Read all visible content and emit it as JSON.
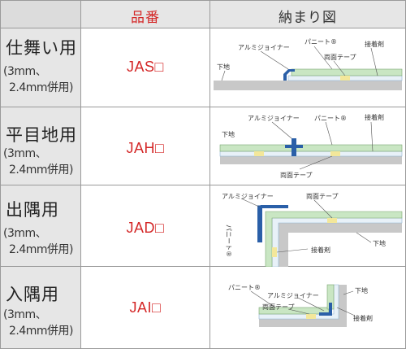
{
  "header": {
    "use_label": "",
    "code_label": "品番",
    "diagram_label": "納まり図"
  },
  "rows": [
    {
      "use_title": "仕舞い用",
      "use_sub1": "(3mm、",
      "use_sub2": "2.4mm併用)",
      "code": "JAS□",
      "labels": {
        "joiner": "アルミジョイナー",
        "panit": "パニート®",
        "adhesive": "接着剤",
        "tape": "両面テープ",
        "base": "下地"
      }
    },
    {
      "use_title": "平目地用",
      "use_sub1": "(3mm、",
      "use_sub2": "2.4mm併用)",
      "code": "JAH□",
      "labels": {
        "joiner": "アルミジョイナー",
        "panit": "パニート®",
        "adhesive": "接着剤",
        "tape": "両面テープ",
        "base": "下地"
      }
    },
    {
      "use_title": "出隅用",
      "use_sub1": "(3mm、",
      "use_sub2": "2.4mm併用)",
      "code": "JAD□",
      "labels": {
        "joiner": "アルミジョイナー",
        "panit": "パニート®",
        "adhesive": "接着剤",
        "tape": "両面テープ",
        "base": "下地"
      }
    },
    {
      "use_title": "入隅用",
      "use_sub1": "(3mm、",
      "use_sub2": "2.4mm併用)",
      "code": "JAI□",
      "labels": {
        "joiner": "アルミジョイナー",
        "panit": "パニート®",
        "adhesive": "接着剤",
        "tape": "両面テープ",
        "base": "下地"
      }
    }
  ],
  "colors": {
    "accent_red": "#d42727",
    "joiner_blue": "#2a5fa8",
    "panel_green": "#c9e6c3",
    "tape_yellow": "#f3e79a",
    "base_gray": "#c8c8c8"
  }
}
